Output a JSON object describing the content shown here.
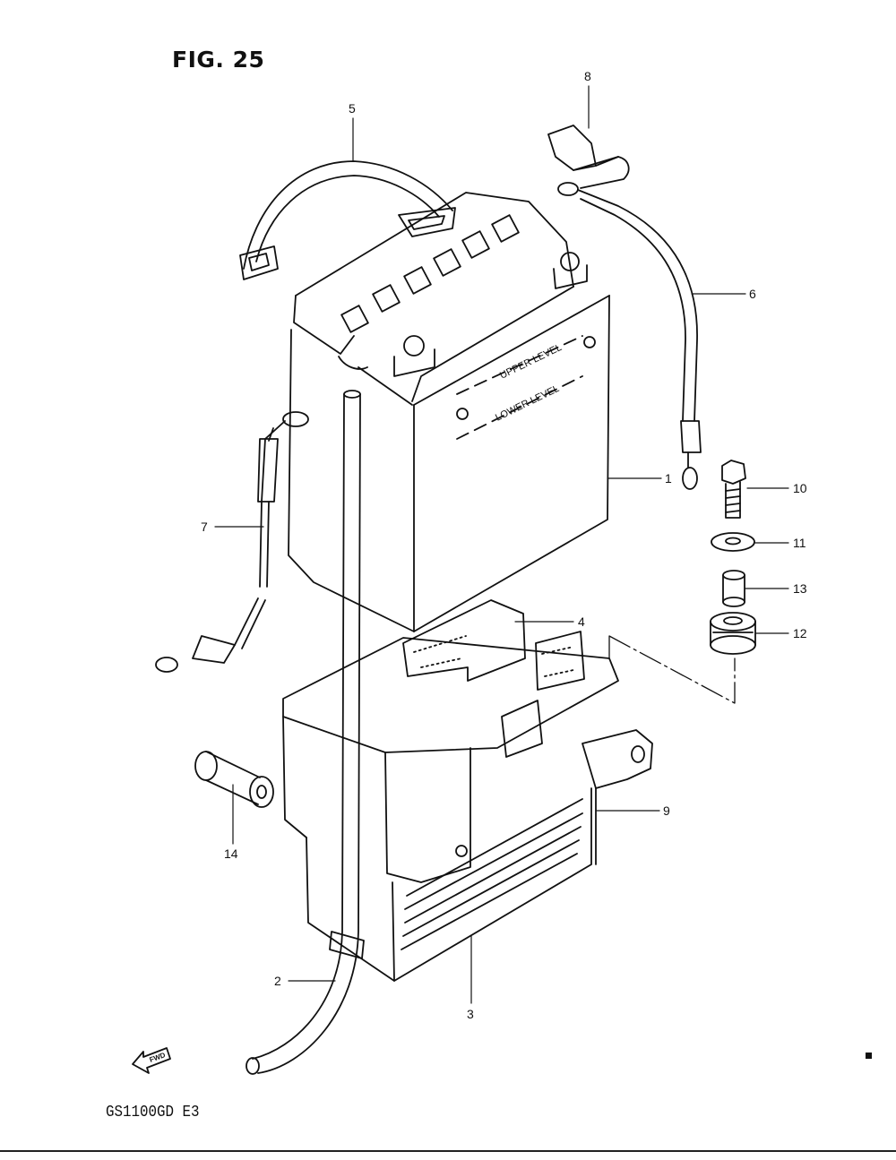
{
  "figure": {
    "title": "FIG. 25",
    "model": "GS1100GD  E3",
    "fwd": "FWD"
  },
  "callouts": [
    {
      "id": "c1",
      "number": "1"
    },
    {
      "id": "c2",
      "number": "2"
    },
    {
      "id": "c3",
      "number": "3"
    },
    {
      "id": "c4",
      "number": "4"
    },
    {
      "id": "c5",
      "number": "5"
    },
    {
      "id": "c6",
      "number": "6"
    },
    {
      "id": "c7",
      "number": "7"
    },
    {
      "id": "c8",
      "number": "8"
    },
    {
      "id": "c9",
      "number": "9"
    },
    {
      "id": "c10",
      "number": "10"
    },
    {
      "id": "c11",
      "number": "11"
    },
    {
      "id": "c12",
      "number": "12"
    },
    {
      "id": "c13",
      "number": "13"
    },
    {
      "id": "c14",
      "number": "14"
    }
  ],
  "battery_labels": {
    "upper": "UPPER LEVEL",
    "lower": "LOWER LEVEL"
  },
  "colors": {
    "ink": "#111111",
    "paper": "#ffffff"
  }
}
